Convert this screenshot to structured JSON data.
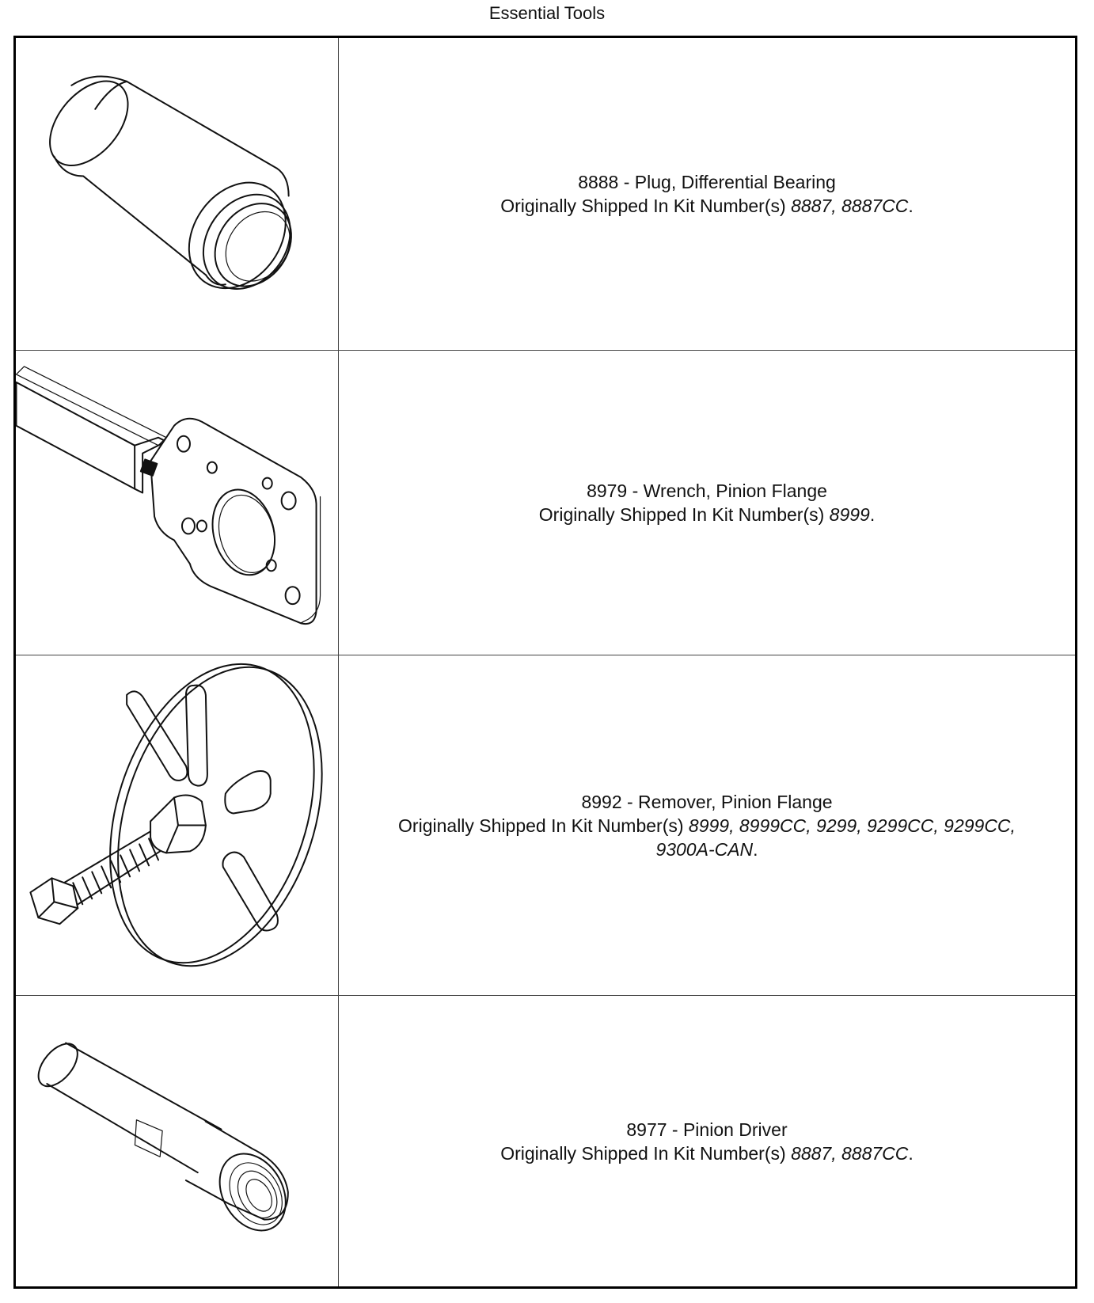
{
  "page_title": "Essential Tools",
  "tools": [
    {
      "name_line": "8888 - Plug, Differential Bearing",
      "shipped_prefix": "Originally Shipped In Kit Number(s)",
      "kits": "8887, 8887CC",
      "period": ".",
      "icon": "differential-bearing-plug-icon"
    },
    {
      "name_line": "8979 - Wrench, Pinion Flange",
      "shipped_prefix": "Originally Shipped In Kit Number(s)",
      "kits": "8999",
      "period": ".",
      "icon": "pinion-flange-wrench-icon"
    },
    {
      "name_line": "8992 - Remover, Pinion Flange",
      "shipped_prefix": "Originally Shipped In Kit Number(s)",
      "kits": "8999, 8999CC, 9299, 9299CC, 9299CC, 9300A-CAN",
      "period": ".",
      "icon": "pinion-flange-remover-icon"
    },
    {
      "name_line": "8977 - Pinion Driver",
      "shipped_prefix": "Originally Shipped In Kit Number(s)",
      "kits": "8887, 8887CC",
      "period": ".",
      "icon": "pinion-driver-icon"
    }
  ]
}
